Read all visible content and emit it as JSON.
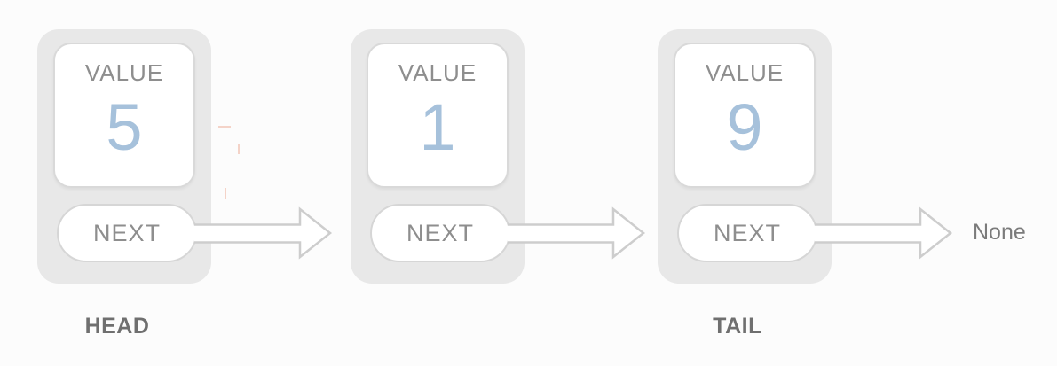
{
  "diagram_type": "singly-linked-list",
  "colors": {
    "background": "#fcfcfc",
    "node_background": "#e8e8e8",
    "field_background": "#ffffff",
    "field_border": "#d9d9d9",
    "field_label_text": "#8e8e8e",
    "value_number_text": "#a6c1db",
    "arrow_stroke": "#cdcdcd",
    "anchor_label_text": "#6f6f6f",
    "terminator_text": "#7b7b7b"
  },
  "nodes": [
    {
      "value_label": "VALUE",
      "value": "5",
      "next_label": "NEXT",
      "anchor": "HEAD"
    },
    {
      "value_label": "VALUE",
      "value": "1",
      "next_label": "NEXT",
      "anchor": ""
    },
    {
      "value_label": "VALUE",
      "value": "9",
      "next_label": "NEXT",
      "anchor": "TAIL"
    }
  ],
  "terminator_label": "None"
}
